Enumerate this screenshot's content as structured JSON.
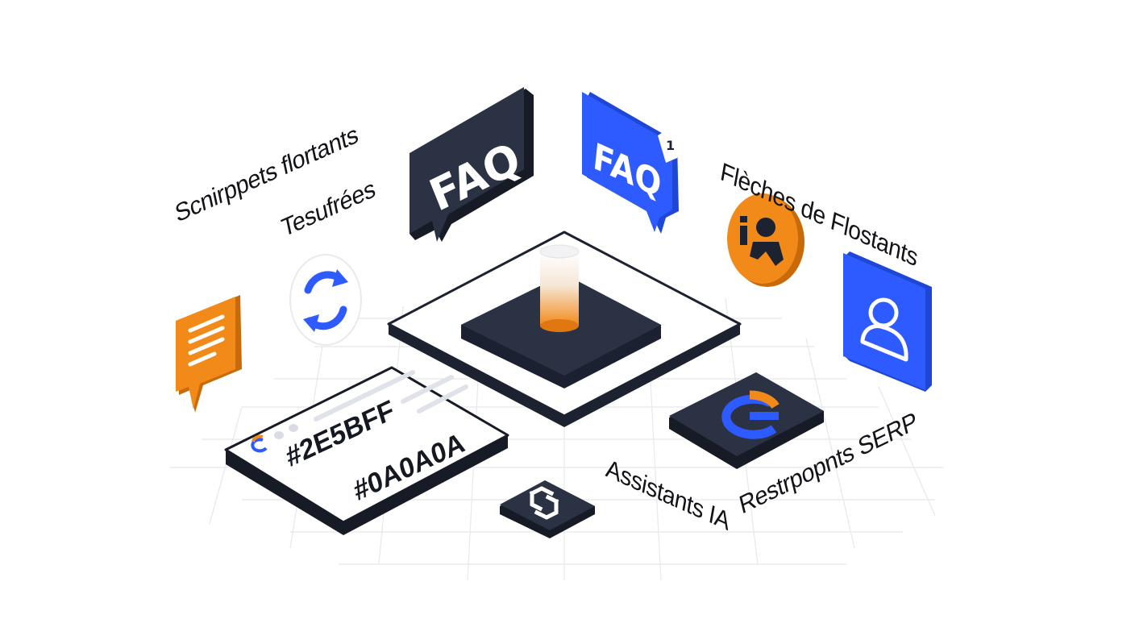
{
  "labels": {
    "snippets": "Scnirppets flortants",
    "tesufrees": "Tesufrées",
    "fleches": "Flèches de Flostants",
    "assistants": "Assistants IA",
    "restrpopnts": "Restrpopnts SERP"
  },
  "bubbles": {
    "faq_dark": "FAQ",
    "faq_blue": "FAQ"
  },
  "swatch_card": {
    "hex_primary": "#2E5BFF",
    "hex_secondary": "#0A0A0A"
  },
  "colors": {
    "blue": "#2E5BFF",
    "dark": "#2A3244",
    "orange": "#F28A1A",
    "grid": "#E6E8EC"
  },
  "icons": [
    "faq-speech-bubble-icon",
    "refresh-arrows-icon",
    "document-chat-icon",
    "user-avatar-icon",
    "google-g-icon",
    "link-chain-icon"
  ]
}
